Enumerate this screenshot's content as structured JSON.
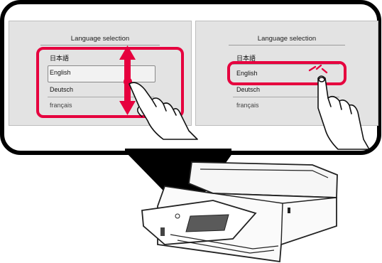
{
  "left_screen": {
    "title": "Language selection",
    "languages": [
      "日本語",
      "English",
      "Deutsch",
      "français"
    ]
  },
  "right_screen": {
    "title": "Language selection",
    "languages": [
      "日本語",
      "English",
      "Deutsch",
      "français"
    ]
  },
  "colors": {
    "accent": "#e6003e",
    "callout_border": "#000000",
    "screen_bg": "#e3e3e3"
  },
  "icons": [
    "up-down-arrow-icon",
    "tap-mark-icon",
    "swipe-hand-icon",
    "tap-hand-icon"
  ]
}
